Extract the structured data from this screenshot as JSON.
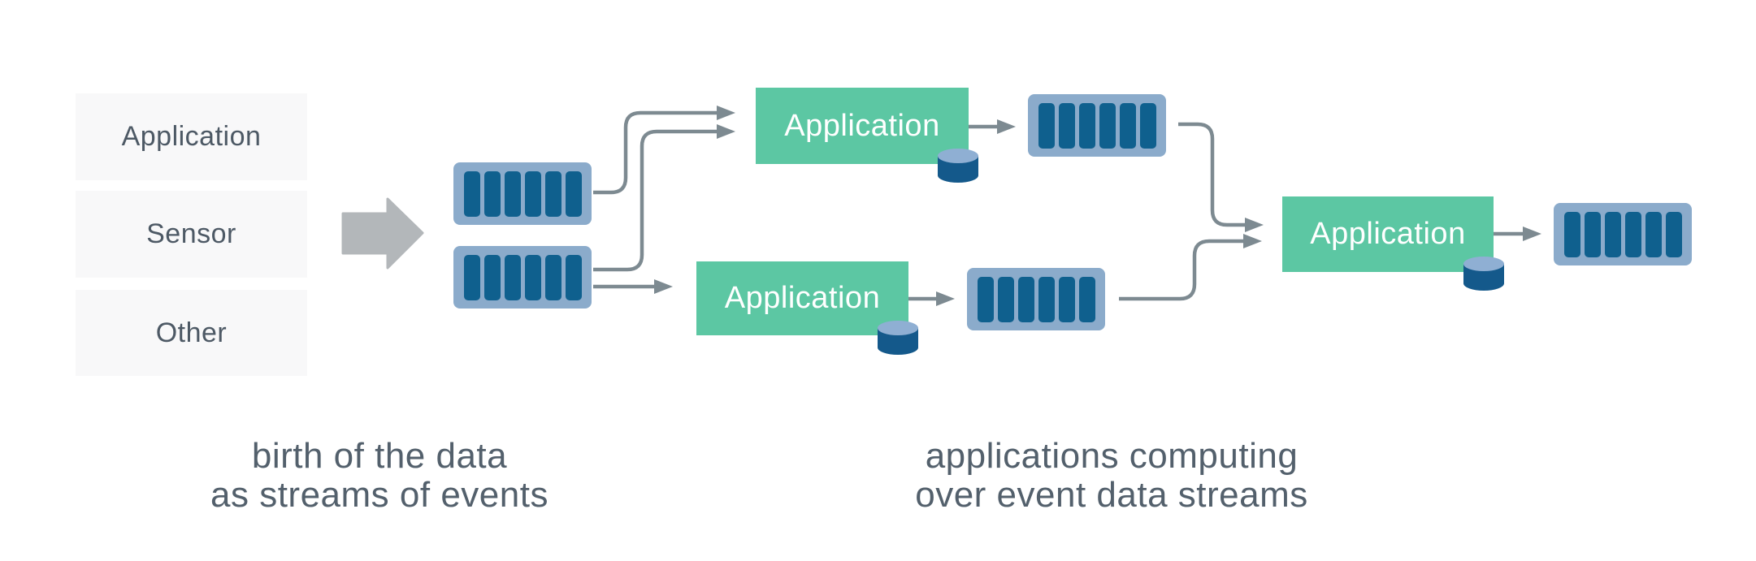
{
  "title": "streams of events diagram",
  "sources": {
    "items": [
      {
        "label": "Application"
      },
      {
        "label": "Sensor"
      },
      {
        "label": "Other"
      }
    ]
  },
  "apps": {
    "top": {
      "label": "Application"
    },
    "middle": {
      "label": "Application"
    },
    "right": {
      "label": "Application"
    }
  },
  "captions": {
    "left": {
      "line1": "birth of the data",
      "line2": "as streams of events"
    },
    "right": {
      "line1": "applications computing",
      "line2": "over event data streams"
    }
  },
  "colors": {
    "stream_bg": "#8babcb",
    "stream_bar": "#0f608e",
    "app_green": "#5cc7a3",
    "app_text": "#ffffff",
    "connector": "#7d8a91",
    "block_arrow": "#b3b7ba",
    "cylinder_body": "#14598b",
    "cylinder_top": "#8fafd3",
    "source_box_bg": "#f8f8f9",
    "source_text": "#4d5965",
    "caption_text": "#53606c"
  },
  "icons": {
    "stream": "event-stream-icon",
    "database": "database-cylinder-icon",
    "ingest": "ingest-block-arrow-icon",
    "flow": "flow-arrow-icon"
  }
}
